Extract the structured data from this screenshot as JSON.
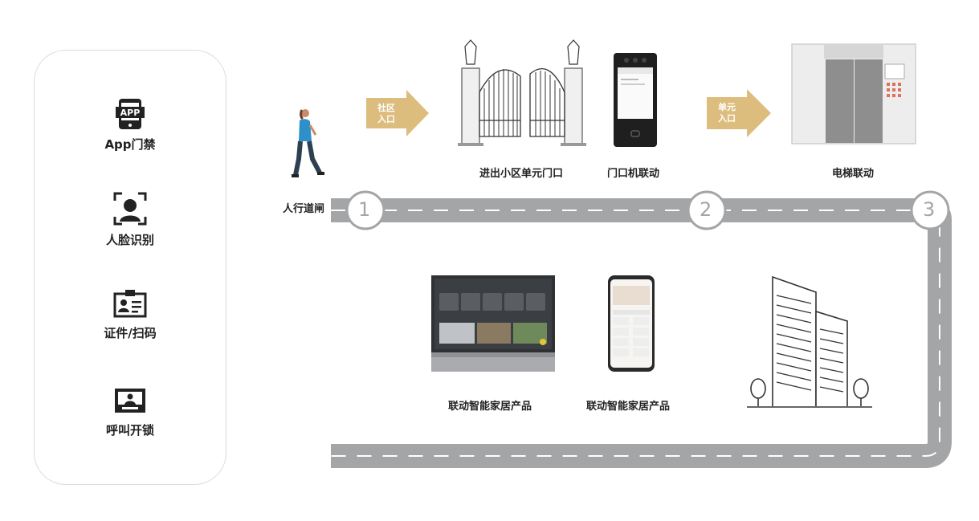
{
  "sidebar": {
    "items": [
      {
        "label": "App门禁",
        "icon": "app-phone-icon"
      },
      {
        "label": "人脸识别",
        "icon": "face-recognition-icon"
      },
      {
        "label": "证件/扫码",
        "icon": "id-card-icon"
      },
      {
        "label": "呼叫开锁",
        "icon": "video-intercom-icon"
      }
    ]
  },
  "flow": {
    "pedestrian_label": "人行道闸",
    "arrow1": {
      "line1": "社区",
      "line2": "入口"
    },
    "arrow2": {
      "line1": "单元",
      "line2": "入口"
    },
    "gate_label": "进出小区单元门口",
    "door_station_label": "门口机联动",
    "elevator_label": "电梯联动",
    "steps": [
      "1",
      "2",
      "3"
    ],
    "panel_label": "联动智能家居产品",
    "phone_label": "联动智能家居产品"
  },
  "colors": {
    "road": "#a3a5a7",
    "road_marking": "#ffffff",
    "arrow": "#dcbd7d",
    "step_circle_stroke": "#a3a5a7"
  }
}
